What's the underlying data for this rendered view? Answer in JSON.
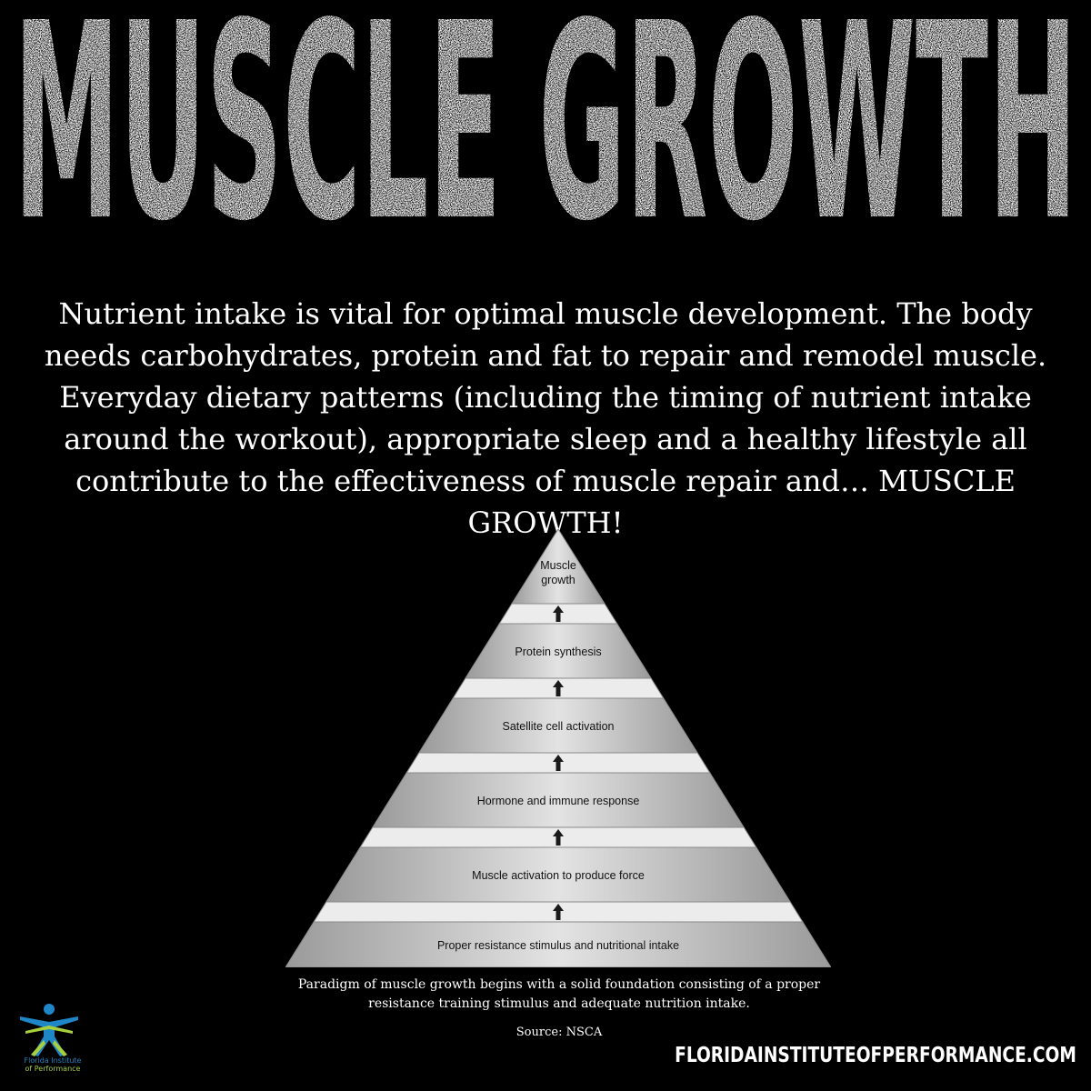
{
  "title": "MUSCLE GROWTH",
  "intro": "Nutrient intake is vital for optimal muscle development. The body needs carbohydrates, protein and fat to repair and remodel muscle. Everyday dietary patterns (including the timing of nutrient intake around the workout), appropriate sleep and a healthy lifestyle all contribute to the effectiveness of muscle repair and… MUSCLE GROWTH!",
  "pyramid": {
    "levels": [
      {
        "label_line1": "Muscle",
        "label_line2": "growth"
      },
      {
        "label": "Protein synthesis"
      },
      {
        "label": "Satellite cell activation"
      },
      {
        "label": "Hormone and immune response"
      },
      {
        "label": "Muscle activation to produce force"
      },
      {
        "label": "Proper resistance stimulus and nutritional intake"
      }
    ],
    "colors": {
      "band": "#c9c9c9",
      "gap": "#ececec",
      "arrow": "#1a1a1a",
      "text": "#111111"
    }
  },
  "caption": "Paradigm of muscle growth begins with a solid foundation consisting of a proper resistance training stimulus and adequate nutrition intake.",
  "source": "Source: NSCA",
  "logo": {
    "icon": "vitruvian-figure-icon",
    "line1": "Florida Institute",
    "line2": "of Performance",
    "colors": {
      "figure": "#1f86c7",
      "accent": "#a7cf3e"
    }
  },
  "website": "FLORIDAINSTITUTEOFPERFORMANCE.COM"
}
